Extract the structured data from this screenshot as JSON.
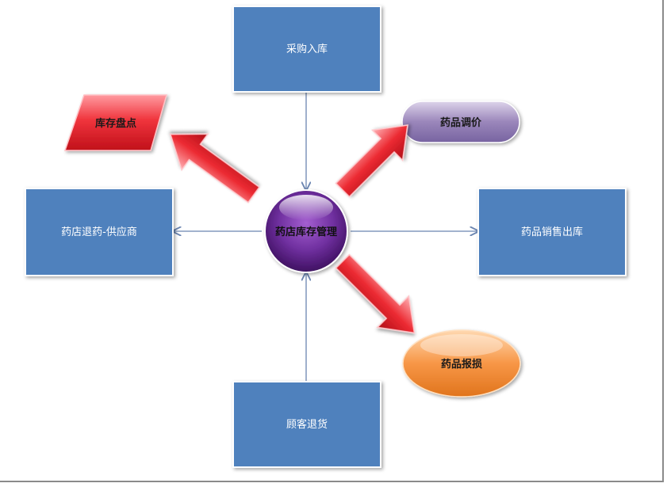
{
  "diagram": {
    "center": "药店库存管理",
    "boxes": {
      "top": "采购入库",
      "left": "药店退药-供应商",
      "right": "药品销售出库",
      "bottom": "顾客退货"
    },
    "shapes": {
      "parallelogram": "库存盘点",
      "capsule": "药品调价",
      "ellipse": "药品报损"
    }
  },
  "colors": {
    "box_fill": "#4f81bd",
    "connector": "#6b85b0",
    "center_orb": "#7030a0",
    "arrow_red": "#e8202a",
    "capsule_purple": "#8f7bb0",
    "ellipse_orange": "#f79646"
  }
}
